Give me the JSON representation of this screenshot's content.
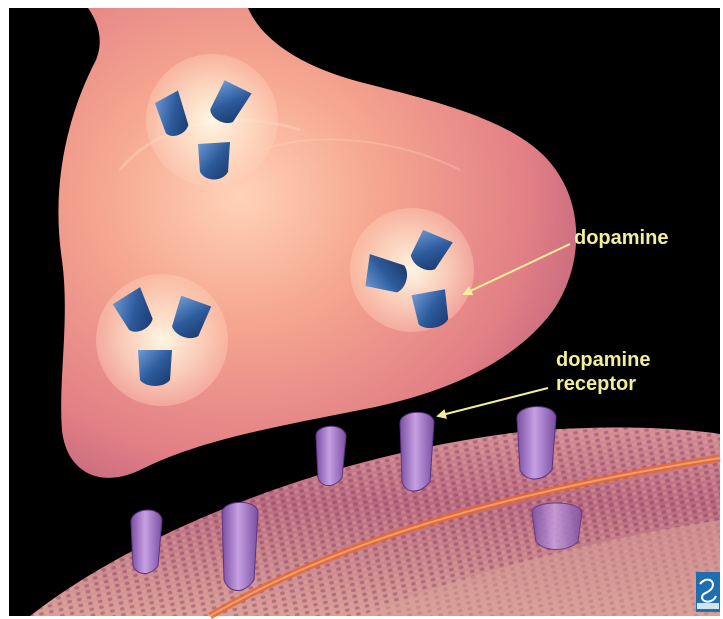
{
  "labels": {
    "dopamine": "dopamine",
    "receptor_line1": "dopamine",
    "receptor_line2": "receptor"
  },
  "colors": {
    "background": "#000000",
    "label_text": "#f2ee9a",
    "arrow": "#f2ee9a",
    "terminal": "#f2a08f",
    "membrane": "#c47a86",
    "receptor": "#9a6bbf",
    "dopamine_molecule": "#2f5f9e",
    "logo": "#1f6fb0"
  }
}
